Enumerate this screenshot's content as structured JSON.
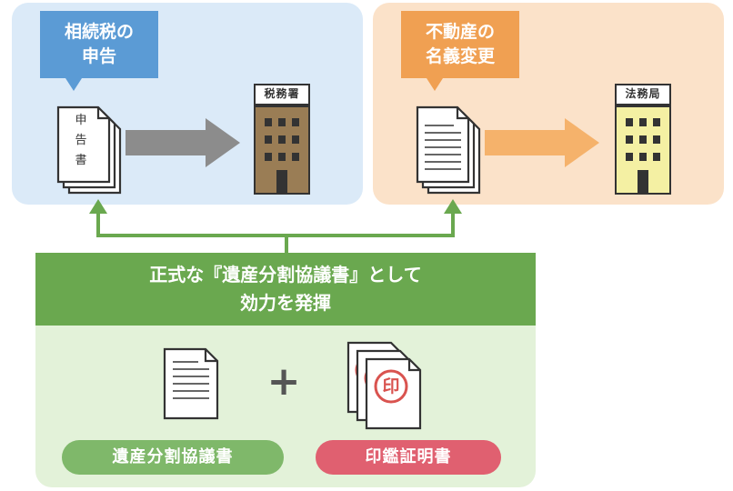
{
  "left_panel": {
    "callout": {
      "line1": "相続税の",
      "line2": "申告"
    },
    "document_text": [
      "申",
      "告",
      "書"
    ],
    "building_label": "税務署"
  },
  "right_panel": {
    "callout": {
      "line1": "不動産の",
      "line2": "名義変更"
    },
    "building_label": "法務局"
  },
  "band": {
    "line1": "正式な『遺産分割協議書』として",
    "line2": "効力を発揮"
  },
  "bottom": {
    "plus": "+",
    "stamp": "印",
    "left_pill": "遺産分割協議書",
    "right_pill": "印鑑証明書"
  },
  "colors": {
    "left_panel_bg": "#dbeaf8",
    "left_callout": "#5b9bd5",
    "right_panel_bg": "#fbe2c9",
    "right_callout": "#f0a052",
    "gray_arrow": "#8c8c8c",
    "orange_arrow": "#f5b26b",
    "tax_building": "#9a7d55",
    "legal_building": "#f4f0a3",
    "green": "#6aa84f",
    "bottom_bg": "#e3f2d9",
    "left_pill": "#7fb86a",
    "right_pill": "#e06070",
    "stamp_red": "#d9534f"
  }
}
